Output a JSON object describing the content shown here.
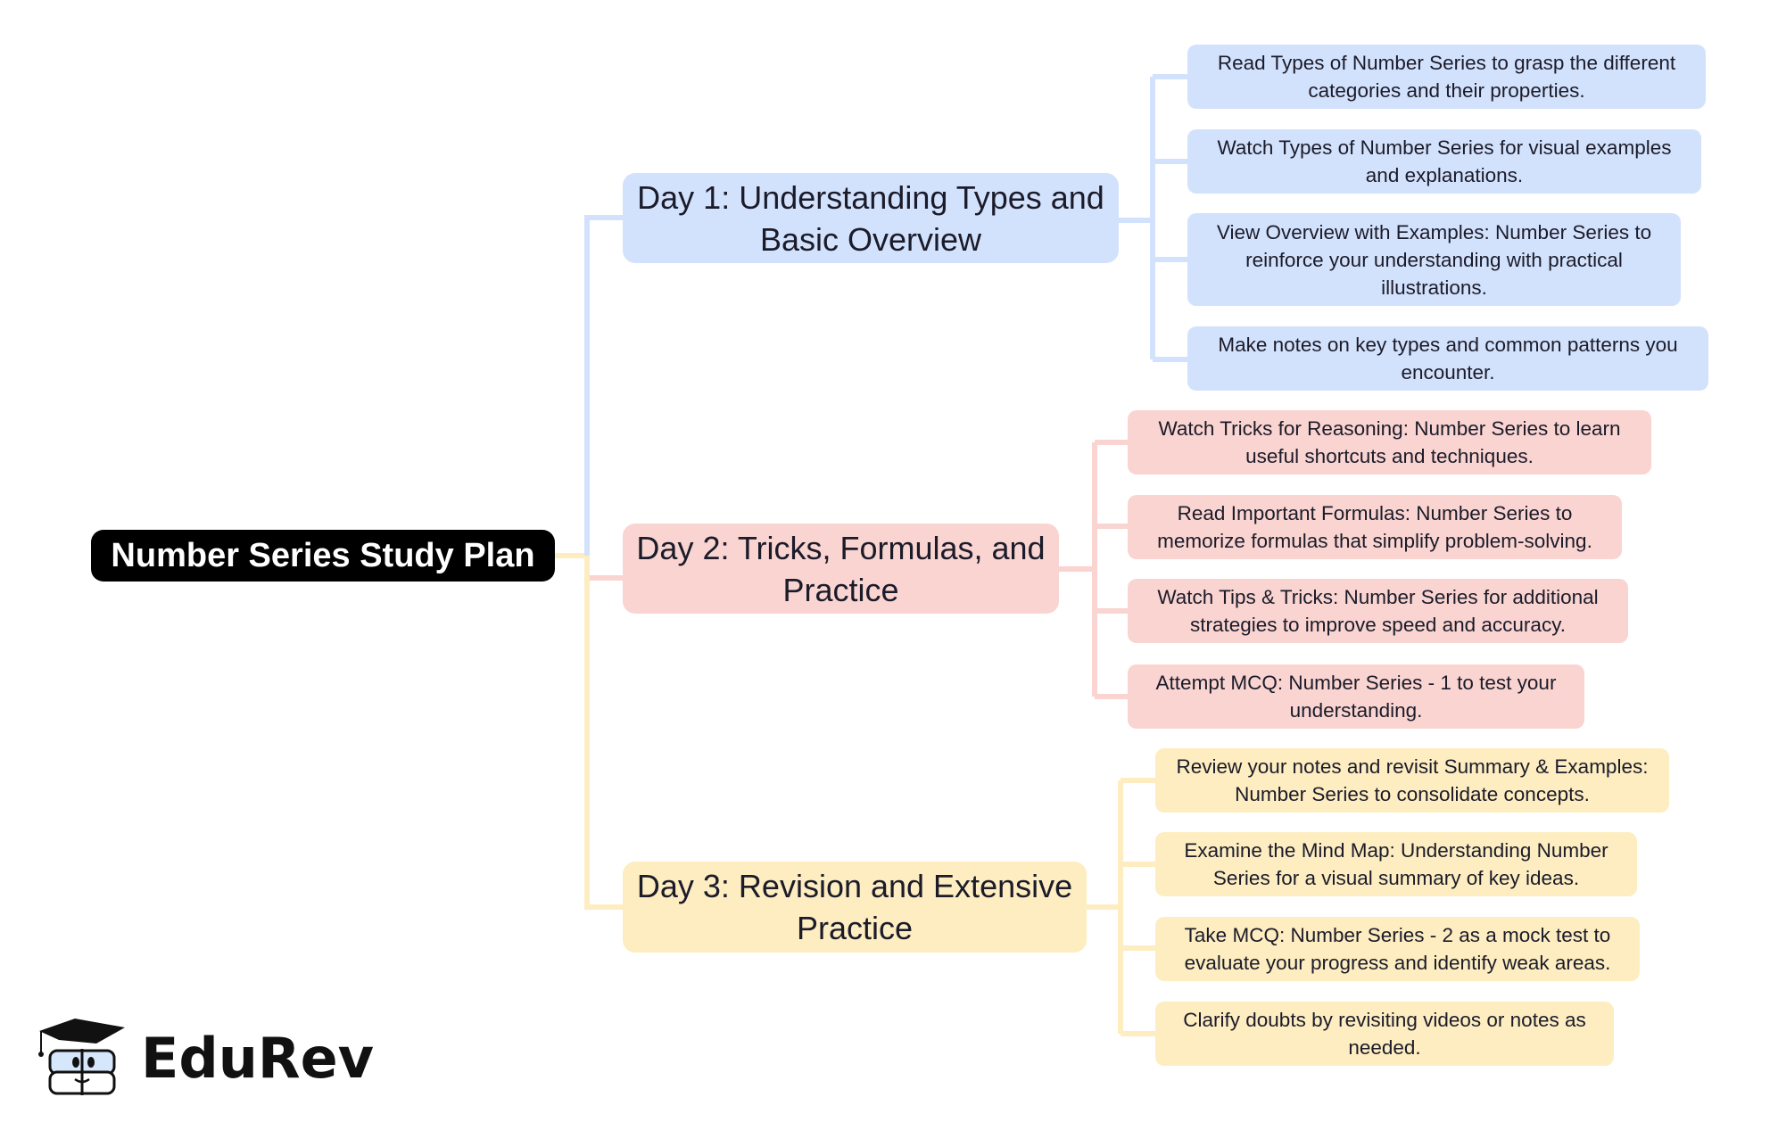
{
  "root": {
    "label": "Number Series Study Plan"
  },
  "colors": {
    "day1": "#d3e2fc",
    "day2": "#f9d4d0",
    "day3": "#fdedc0",
    "root": "#000000"
  },
  "days": [
    {
      "label": "Day 1: Understanding Types and Basic Overview",
      "tasks": [
        "Read Types of Number Series to grasp the different categories and their properties.",
        "Watch Types of Number Series for visual examples and explanations.",
        "View Overview with Examples: Number Series to reinforce your understanding with practical illustrations.",
        "Make notes on key types and common patterns you encounter."
      ]
    },
    {
      "label": "Day 2: Tricks, Formulas, and Practice",
      "tasks": [
        "Watch Tricks for Reasoning: Number Series to learn useful shortcuts and techniques.",
        "Read Important Formulas: Number Series to memorize formulas that simplify problem-solving.",
        "Watch Tips & Tricks: Number Series for additional strategies to improve speed and accuracy.",
        "Attempt MCQ: Number Series - 1 to test your understanding."
      ]
    },
    {
      "label": "Day 3: Revision and Extensive Practice",
      "tasks": [
        "Review your notes and revisit Summary & Examples: Number Series to consolidate concepts.",
        "Examine the Mind Map: Understanding Number Series for a visual summary of key ideas.",
        "Take MCQ: Number Series - 2 as a mock test to evaluate your progress and identify weak areas.",
        "Clarify doubts by revisiting videos or notes as needed."
      ]
    }
  ],
  "logo": {
    "text": "EduRev"
  }
}
